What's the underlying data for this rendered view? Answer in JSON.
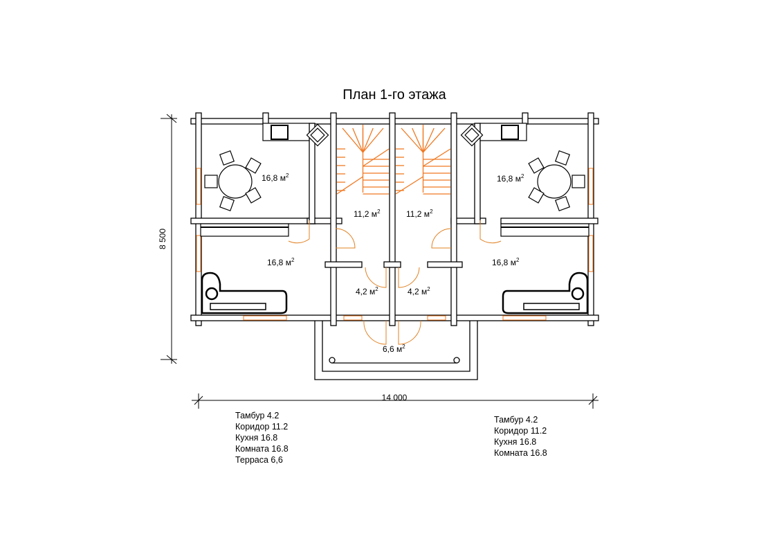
{
  "title": "План 1-го этажа",
  "dimensions": {
    "width": "14 000",
    "height": "8 500"
  },
  "rooms": [
    {
      "name": "kitchen-left",
      "label": "16,8 м",
      "sup": "2"
    },
    {
      "name": "kitchen-right",
      "label": "16,8 м",
      "sup": "2"
    },
    {
      "name": "corridor-left",
      "label": "11,2 м",
      "sup": "2"
    },
    {
      "name": "corridor-right",
      "label": "11,2 м",
      "sup": "2"
    },
    {
      "name": "room-left",
      "label": "16,8 м",
      "sup": "2"
    },
    {
      "name": "room-right",
      "label": "16,8 м",
      "sup": "2"
    },
    {
      "name": "tambur-left",
      "label": "4,2 м",
      "sup": "2"
    },
    {
      "name": "tambur-right",
      "label": "4,2 м",
      "sup": "2"
    },
    {
      "name": "terrace",
      "label": "6,6 м",
      "sup": "2"
    }
  ],
  "legend_left": [
    "Тамбур 4.2",
    "Коридор 11.2",
    "Кухня 16.8",
    "Комната 16.8",
    "Терраса 6,6"
  ],
  "legend_right": [
    "Тамбур 4.2",
    "Коридор 11.2",
    "Кухня 16.8",
    "Комната 16.8"
  ],
  "colors": {
    "wall": "#000000",
    "accent": "#f07820",
    "door": "#e08020"
  }
}
